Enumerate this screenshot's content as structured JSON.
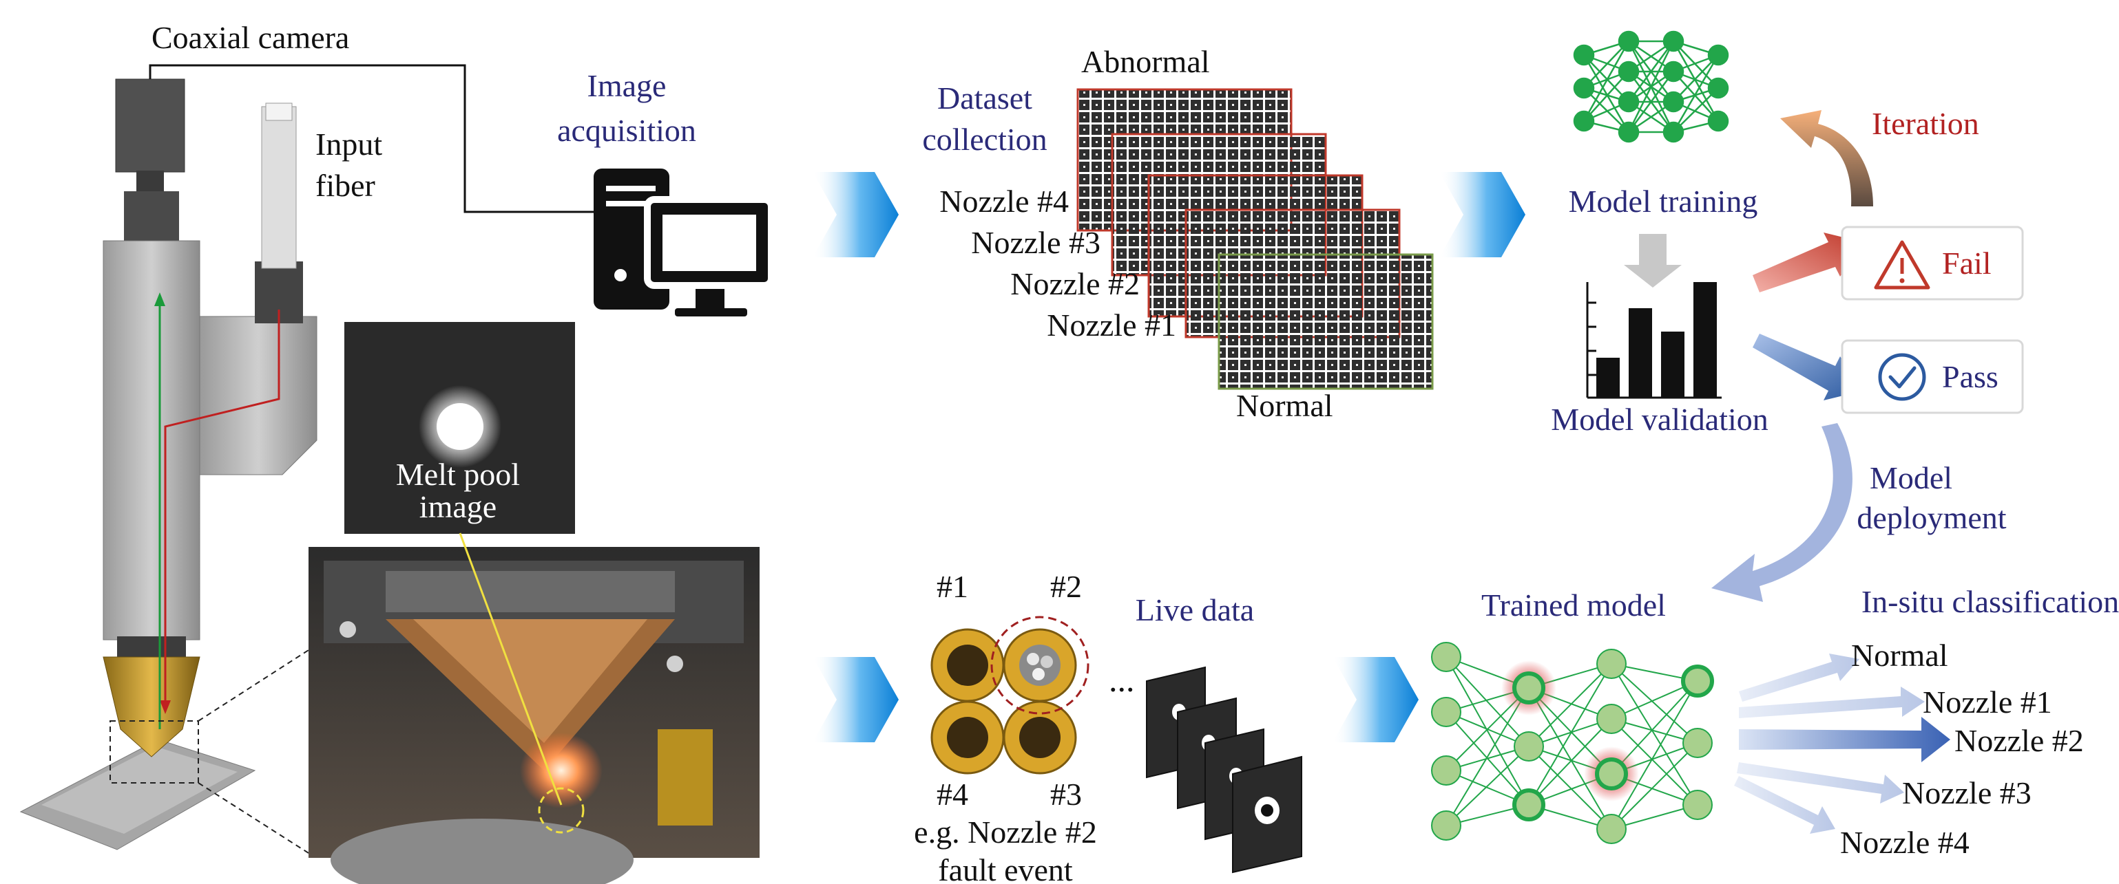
{
  "colors": {
    "text_dark": "#111111",
    "text_navy": "#2a2a78",
    "text_red": "#b22222",
    "flow_arrow": "#1f8fe0",
    "net_green": "#22a64a",
    "node_fill": "#a8d08d",
    "highlight_red": "#e06060",
    "abnormal_border": "#c0392b",
    "normal_border": "#7a9b4a",
    "fail_icon": "#c0392b",
    "pass_icon": "#2c5aa0",
    "deploy_arrow": "#93a7d8",
    "iteration_arrow": "#f0a070"
  },
  "hardware": {
    "camera_label": "Coaxial camera",
    "fiber_label_1": "Input",
    "fiber_label_2": "fiber",
    "melt_pool_label_1": "Melt pool",
    "melt_pool_label_2": "image"
  },
  "acquisition": {
    "label_1": "Image",
    "label_2": "acquisition",
    "computer_icon": "computer-icon"
  },
  "dataset": {
    "label_1": "Dataset",
    "label_2": "collection",
    "abnormal_label": "Abnormal",
    "normal_label": "Normal",
    "stack_labels": [
      "Nozzle #4",
      "Nozzle #3",
      "Nozzle #2",
      "Nozzle #1"
    ]
  },
  "training": {
    "training_label": "Model training",
    "validation_label": "Model validation",
    "iteration_label": "Iteration",
    "fail_label": "Fail",
    "pass_label": "Pass",
    "deployment_label_1": "Model",
    "deployment_label_2": "deployment"
  },
  "nozzles": {
    "ids": [
      "#1",
      "#2",
      "#3",
      "#4"
    ],
    "caption_1": "e.g. Nozzle #2",
    "caption_2": "fault event",
    "ellipsis": "..."
  },
  "live": {
    "label": "Live data"
  },
  "model": {
    "trained_label": "Trained model",
    "classification_label": "In-situ classification",
    "classes": [
      "Normal",
      "Nozzle #1",
      "Nozzle #2",
      "Nozzle #3",
      "Nozzle #4"
    ],
    "predicted_class": "Nozzle #2"
  }
}
